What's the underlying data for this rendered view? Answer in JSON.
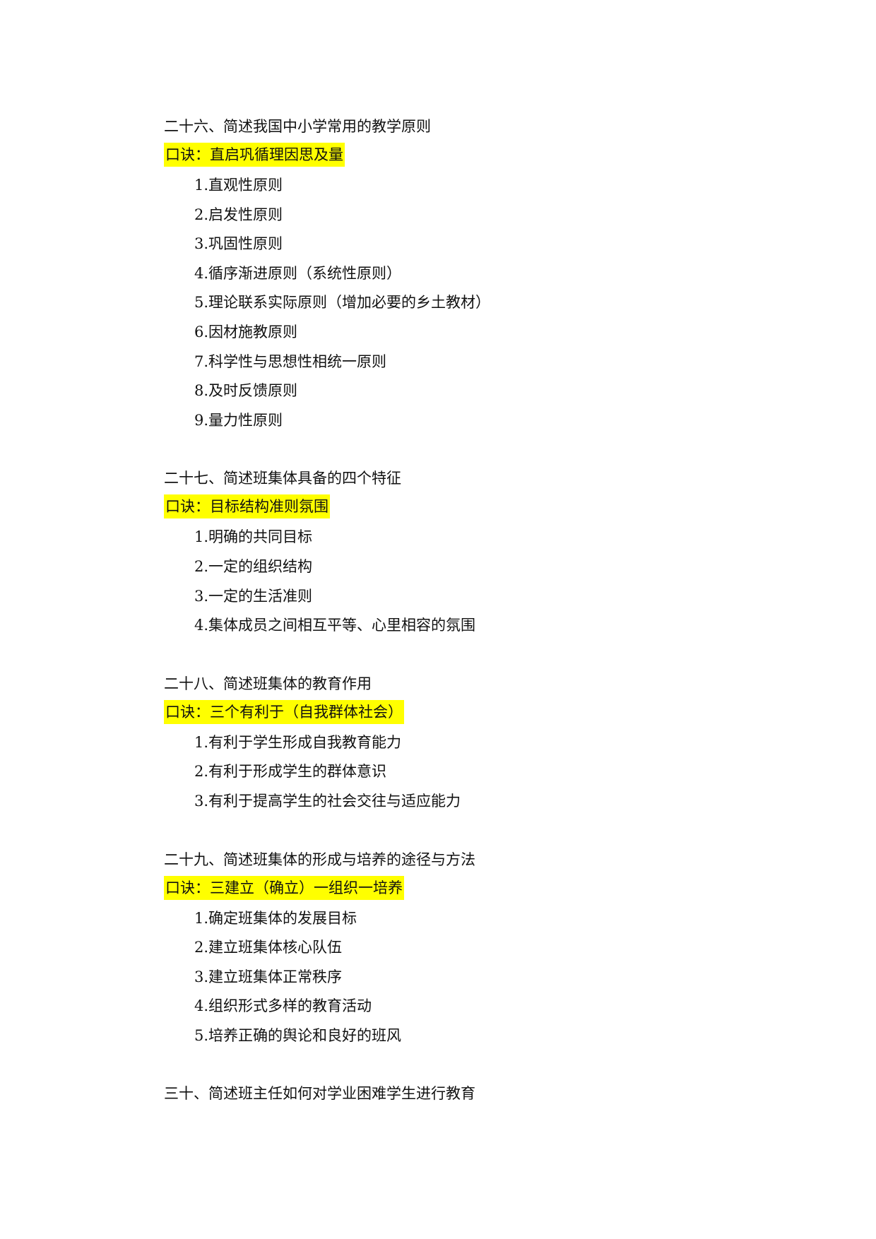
{
  "sections": [
    {
      "heading": "二十六、简述我国中小学常用的教学原则",
      "mnemonic": "口诀：直启巩循理因思及量",
      "items": [
        "1.直观性原则",
        "2.启发性原则",
        "3.巩固性原则",
        "4.循序渐进原则（系统性原则）",
        "5.理论联系实际原则（增加必要的乡土教材）",
        "6.因材施教原则",
        "7.科学性与思想性相统一原则",
        "8.及时反馈原则",
        "9.量力性原则"
      ]
    },
    {
      "heading": "二十七、简述班集体具备的四个特征",
      "mnemonic": "口诀：目标结构准则氛围",
      "items": [
        "1.明确的共同目标",
        "2.一定的组织结构",
        "3.一定的生活准则",
        "4.集体成员之间相互平等、心里相容的氛围"
      ]
    },
    {
      "heading": "二十八、简述班集体的教育作用",
      "mnemonic": "口诀：三个有利于（自我群体社会）",
      "items": [
        "1.有利于学生形成自我教育能力",
        "2.有利于形成学生的群体意识",
        "3.有利于提高学生的社会交往与适应能力"
      ]
    },
    {
      "heading": "二十九、简述班集体的形成与培养的途径与方法",
      "mnemonic": "口诀：三建立（确立）一组织一培养",
      "items": [
        "1.确定班集体的发展目标",
        "2.建立班集体核心队伍",
        "3.建立班集体正常秩序",
        "4.组织形式多样的教育活动",
        "5.培养正确的舆论和良好的班风"
      ]
    },
    {
      "heading": "三十、简述班主任如何对学业困难学生进行教育",
      "mnemonic": "",
      "items": []
    }
  ],
  "colors": {
    "highlight": "#ffff00",
    "text": "#111111",
    "background": "#ffffff"
  }
}
